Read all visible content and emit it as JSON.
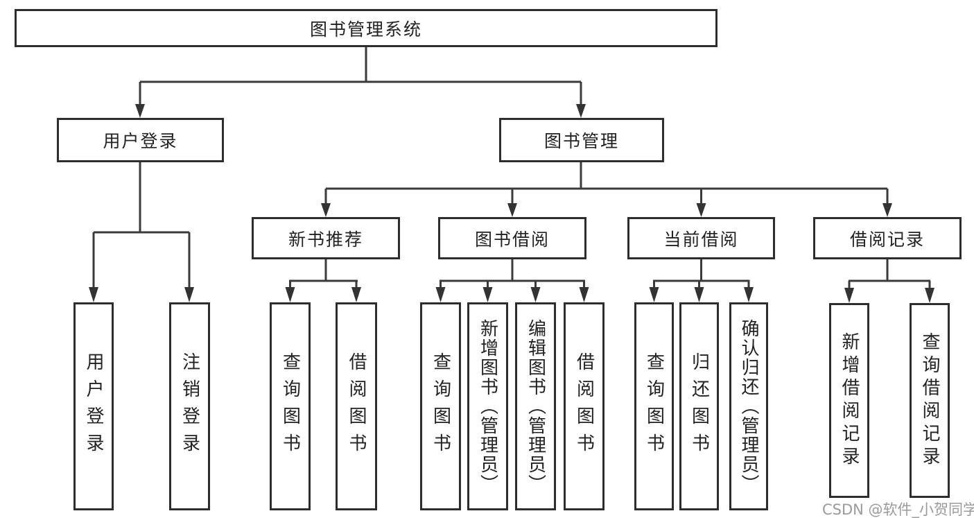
{
  "tree": {
    "label": "图书管理系统",
    "children": [
      {
        "label": "用户登录",
        "children": [
          {
            "label": "用户登录"
          },
          {
            "label": "注销登录"
          }
        ]
      },
      {
        "label": "图书管理",
        "children": [
          {
            "label": "新书推荐",
            "children": [
              {
                "label": "查询图书"
              },
              {
                "label": "借阅图书"
              }
            ]
          },
          {
            "label": "图书借阅",
            "children": [
              {
                "label": "查询图书"
              },
              {
                "label": "新增图书（管理员）"
              },
              {
                "label": "编辑图书（管理员）"
              },
              {
                "label": "借阅图书"
              }
            ]
          },
          {
            "label": "当前借阅",
            "children": [
              {
                "label": "查询图书"
              },
              {
                "label": "归还图书"
              },
              {
                "label": "确认归还（管理员）"
              }
            ]
          },
          {
            "label": "借阅记录",
            "children": [
              {
                "label": "新增借阅记录"
              },
              {
                "label": "查询借阅记录"
              }
            ]
          }
        ]
      }
    ]
  },
  "watermark": {
    "text": "CSDN @软件_小贺同学"
  },
  "colors": {
    "background": "#ffffff",
    "box_border": "#2d2d2d",
    "line": "#3a3a3a",
    "text": "#222222",
    "watermark": "#9a9a9a"
  }
}
